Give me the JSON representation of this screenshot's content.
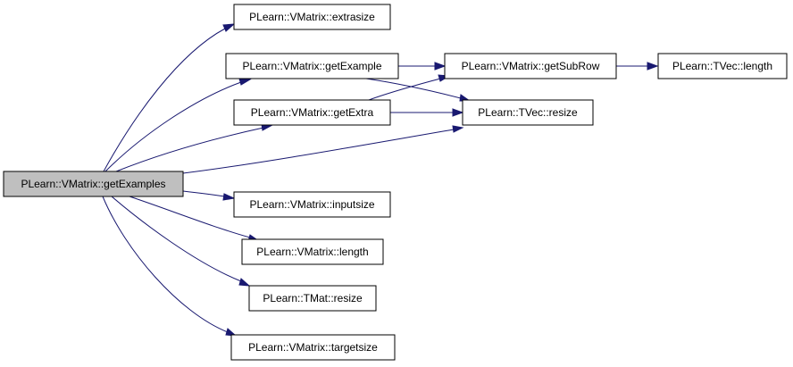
{
  "graph": {
    "edge_color": "#191970",
    "root_fill": "#bfbfbf",
    "nodes": {
      "getExamples": "PLearn::VMatrix::getExamples",
      "extrasize": "PLearn::VMatrix::extrasize",
      "getExample": "PLearn::VMatrix::getExample",
      "getExtra": "PLearn::VMatrix::getExtra",
      "inputsize": "PLearn::VMatrix::inputsize",
      "length": "PLearn::VMatrix::length",
      "tmat_resize": "PLearn::TMat::resize",
      "targetsize": "PLearn::VMatrix::targetsize",
      "getSubRow": "PLearn::VMatrix::getSubRow",
      "tvec_resize": "PLearn::TVec::resize",
      "tvec_length": "PLearn::TVec::length"
    },
    "edges": [
      {
        "from": "getExamples",
        "to": "extrasize"
      },
      {
        "from": "getExamples",
        "to": "getExample"
      },
      {
        "from": "getExamples",
        "to": "getExtra"
      },
      {
        "from": "getExamples",
        "to": "tvec_resize"
      },
      {
        "from": "getExamples",
        "to": "inputsize"
      },
      {
        "from": "getExamples",
        "to": "length"
      },
      {
        "from": "getExamples",
        "to": "tmat_resize"
      },
      {
        "from": "getExamples",
        "to": "targetsize"
      },
      {
        "from": "getExample",
        "to": "getSubRow"
      },
      {
        "from": "getExample",
        "to": "tvec_resize"
      },
      {
        "from": "getExtra",
        "to": "getSubRow"
      },
      {
        "from": "getExtra",
        "to": "tvec_resize"
      },
      {
        "from": "getSubRow",
        "to": "tvec_length"
      }
    ]
  }
}
